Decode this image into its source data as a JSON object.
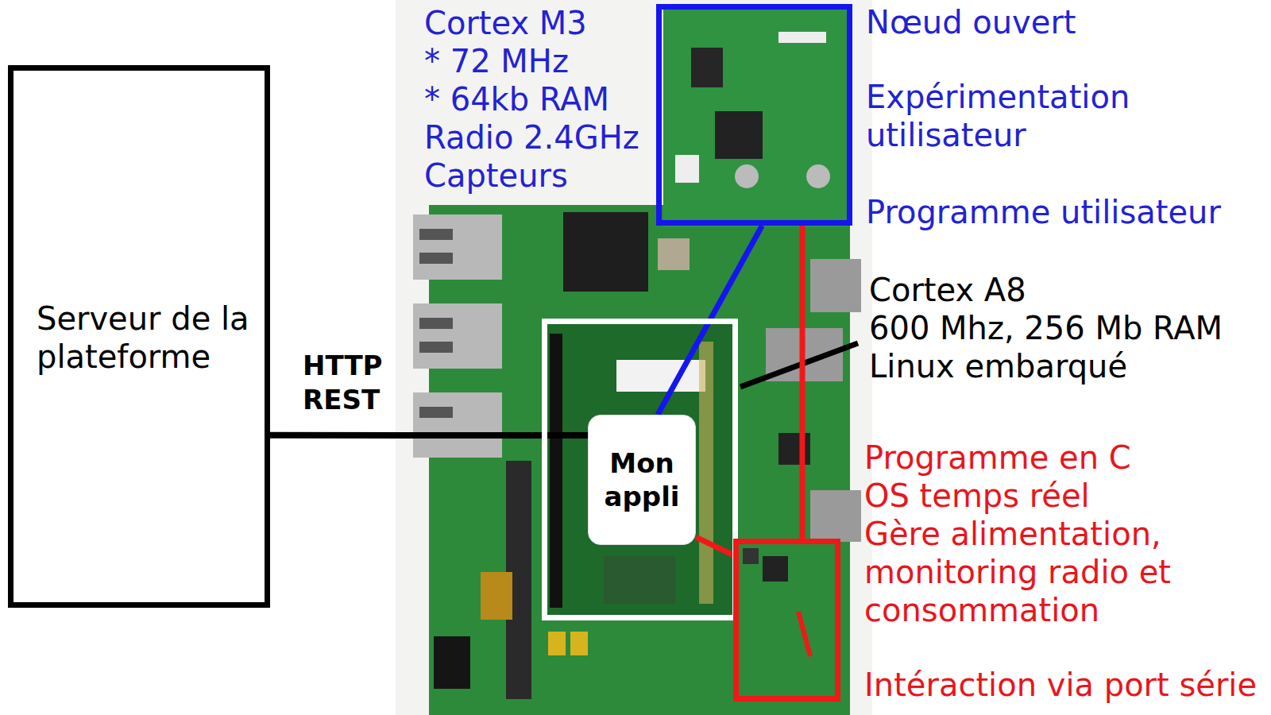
{
  "diagram": {
    "nodes": [
      {
        "text": [
          "Serveur de la plateforme"
        ]
      },
      {
        "text": [
          "Nœud ouvert",
          "Expérimentation utilisateur",
          "Programme utilisateur"
        ]
      },
      {
        "text": [
          "Cortex A8 600 Mhz, 256 Mb RAM Linux embarqué"
        ]
      },
      {
        "text": [
          "Mon appli"
        ],
        "in": 2
      },
      {
        "text": [
          "Programme en C OS temps réel Gère alimentation, monitoring radio et consommation",
          "Intéraction via port série"
        ]
      }
    ],
    "edges": [
      {
        "from": 0,
        "to": 3,
        "arrow": "none",
        "label": "HTTP REST"
      },
      {
        "from": 3,
        "to": 1,
        "arrow": "none"
      },
      {
        "from": 3,
        "to": 4,
        "arrow": "none"
      },
      {
        "from": 4,
        "to": 1,
        "arrow": "none"
      }
    ],
    "labels": [
      "Cortex M3 * 72 MHz * 64kb RAM Radio 2.4GHz Capteurs"
    ]
  }
}
